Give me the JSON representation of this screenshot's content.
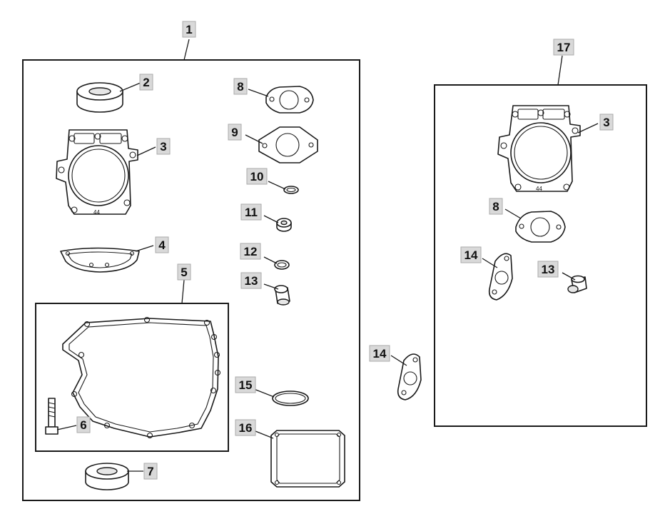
{
  "callouts": {
    "c1": "1",
    "c2": "2",
    "c3a": "3",
    "c4": "4",
    "c5": "5",
    "c6": "6",
    "c7": "7",
    "c8a": "8",
    "c9": "9",
    "c10": "10",
    "c11": "11",
    "c12": "12",
    "c13a": "13",
    "c15": "15",
    "c16": "16",
    "c14mid": "14",
    "c17": "17",
    "c3b": "3",
    "c8b": "8",
    "c14b": "14",
    "c13b": "13"
  },
  "gasket_marks": {
    "left": "44",
    "right": "44"
  }
}
